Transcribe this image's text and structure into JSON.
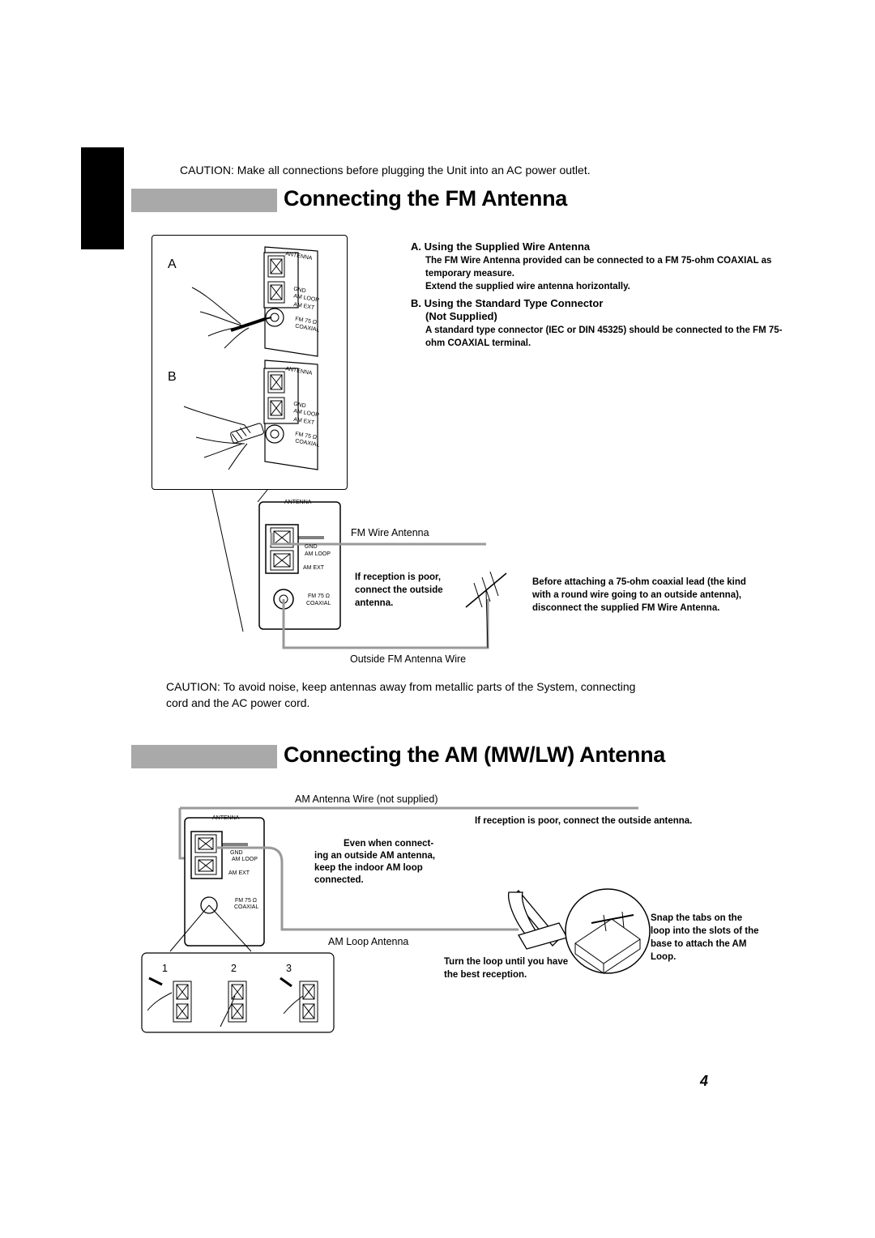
{
  "caution_top": "CAUTION: Make all connections before plugging the Unit into an AC power outlet.",
  "fm": {
    "title": "Connecting the FM Antenna",
    "label_a": "A",
    "label_b": "B",
    "section_a_title": "A. Using the Supplied Wire Antenna",
    "section_a_text_1": "The FM Wire Antenna provided can be connected to a FM 75-ohm COAXIAL as temporary measure.",
    "section_a_text_2": "Extend the supplied wire antenna horizontally.",
    "section_b_title_1": "B. Using the Standard Type Connector",
    "section_b_title_2": "(Not Supplied)",
    "section_b_text": "A standard type connector (IEC or DIN 45325) should be connected to the FM 75-ohm COAXIAL terminal.",
    "wire_label": "FM Wire Antenna",
    "poor_reception": "If reception is poor, connect the outside antenna.",
    "before_attaching": "Before attaching a 75-ohm coaxial lead (the kind with a round wire going to an outside antenna), disconnect the supplied FM Wire Antenna.",
    "outside_wire_label": "Outside FM Antenna Wire"
  },
  "terminal": {
    "antenna": "ANTENNA",
    "gnd": "GND",
    "am_loop": "AM LOOP",
    "am_ext": "AM EXT",
    "fm75": "FM 75 Ω",
    "coaxial": "COAXIAL"
  },
  "caution_mid": "CAUTION: To avoid noise, keep antennas away from metallic parts of the System, connecting cord and the AC power cord.",
  "am": {
    "title": "Connecting the AM (MW/LW) Antenna",
    "wire_label": "AM Antenna Wire (not supplied)",
    "poor_reception": "If reception is poor, connect the outside antenna.",
    "even_when": "Even when connecting an outside AM antenna, keep the indoor AM loop connected.",
    "even_when_line1": "Even when connect-",
    "even_when_line2": "ing an outside AM antenna,",
    "even_when_line3": "keep the indoor AM loop",
    "even_when_line4": "connected.",
    "loop_label": "AM Loop Antenna",
    "turn_loop": "Turn the loop until you have the best reception.",
    "snap_tabs": "Snap the tabs on the loop into the slots of the base to attach the AM Loop.",
    "step1": "1",
    "step2": "2",
    "step3": "3"
  },
  "page_number": "4"
}
